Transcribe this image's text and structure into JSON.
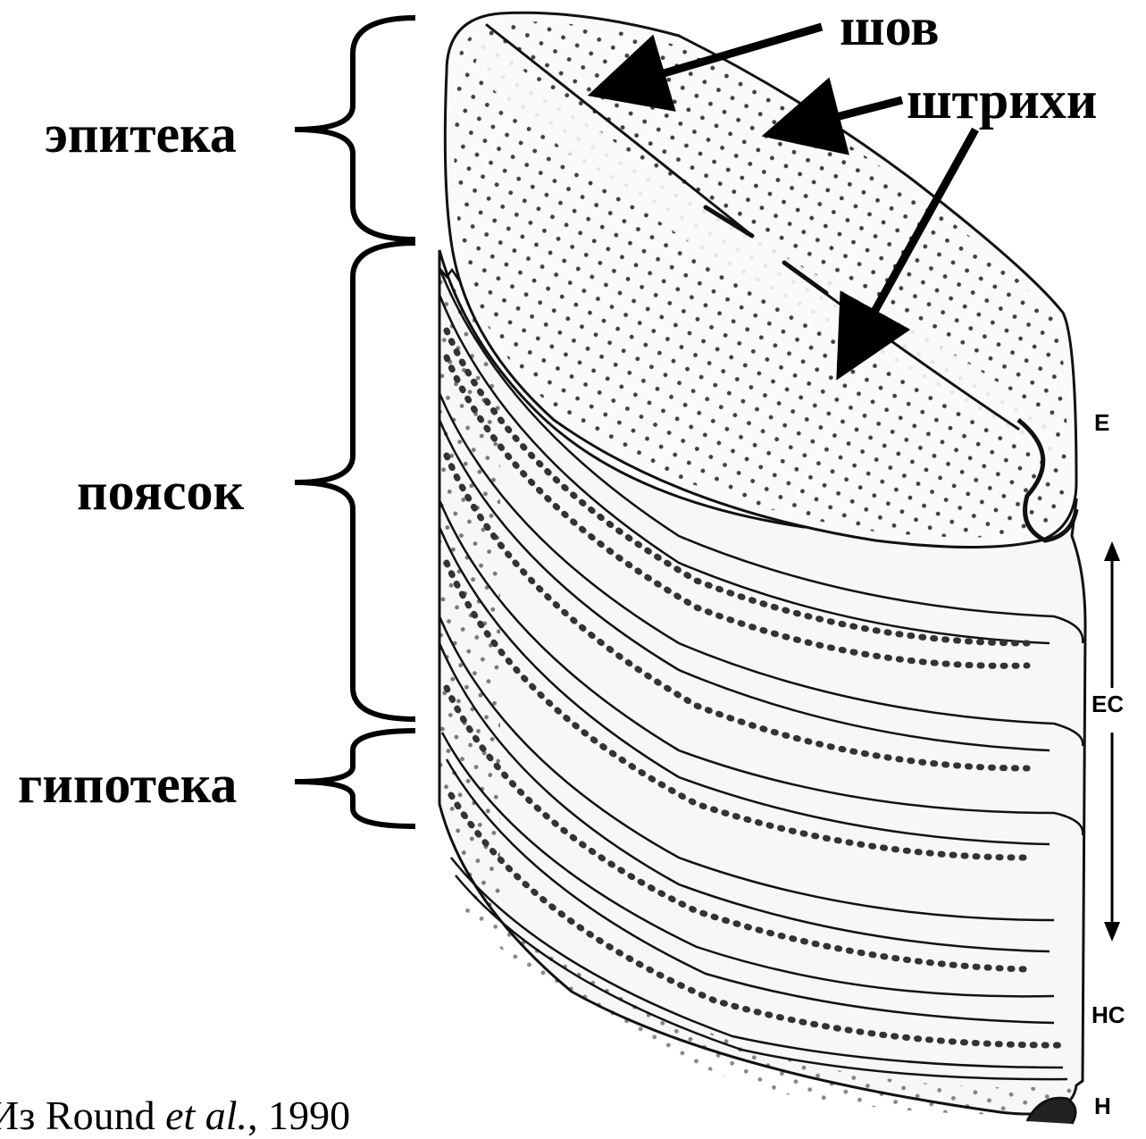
{
  "labels": {
    "epitheca": "эпитека",
    "girdle": "поясок",
    "hypotheca": "гипотека",
    "raphe": "шов",
    "striae": "штрихи"
  },
  "side_labels": {
    "e": "E",
    "ec": "EC",
    "hc": "HC",
    "h": "H"
  },
  "credit": {
    "prefix": "Из Round ",
    "italic": "et al.",
    "suffix": ", 1990"
  }
}
